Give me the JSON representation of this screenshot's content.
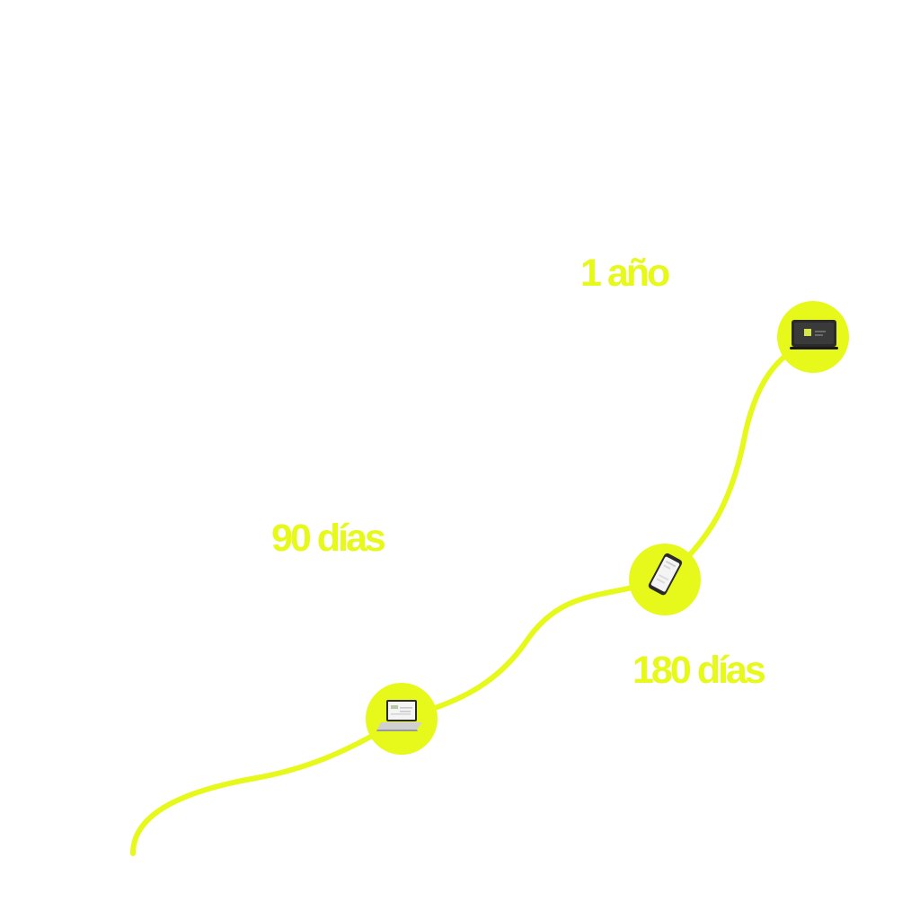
{
  "colors": {
    "accent": "#e6f91a",
    "background": "#ffffff",
    "device_dark": "#2a2a2a",
    "device_screen": "#f4f4f4"
  },
  "milestones": [
    {
      "label": "90 días",
      "device_icon": "laptop-icon"
    },
    {
      "label": "180 días",
      "device_icon": "smartphone-icon"
    },
    {
      "label": "1 año",
      "device_icon": "pos-terminal-icon"
    }
  ]
}
